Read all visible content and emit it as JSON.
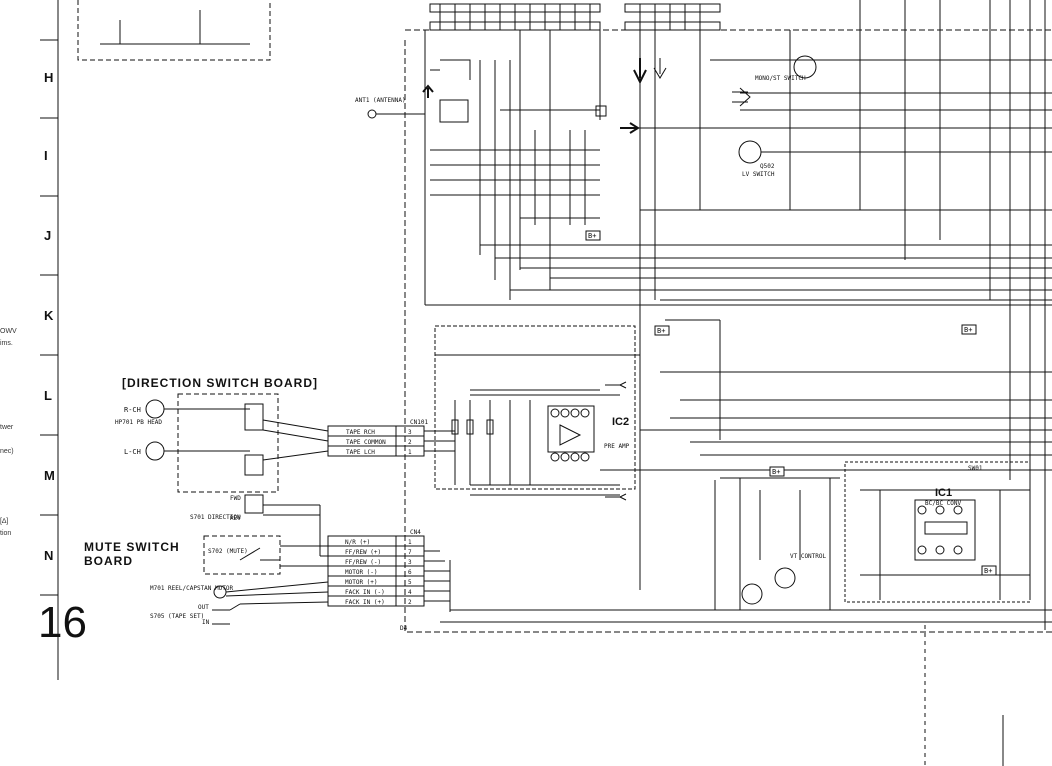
{
  "page_number": "16",
  "row_letters": [
    "H",
    "I",
    "J",
    "K",
    "L",
    "M",
    "N"
  ],
  "cut_text": [
    "OWV",
    "ims.",
    "twer",
    "nec)",
    "[∆]",
    "tion"
  ],
  "boards": {
    "direction": "[DIRECTION SWITCH BOARD]",
    "mute_line1": "MUTE SWITCH",
    "mute_line2": "BOARD"
  },
  "ics": {
    "ic2": "IC2",
    "ic2_desc": "PRE AMP",
    "ic1": "IC1",
    "ic1_desc": "BC/BC CONV"
  },
  "connector_cn101": {
    "name": "CN101",
    "pins": [
      {
        "label": "TAPE RCH",
        "num": "3"
      },
      {
        "label": "TAPE COMMON",
        "num": "2"
      },
      {
        "label": "TAPE LCH",
        "num": "1"
      }
    ]
  },
  "connector_cn4": {
    "name": "CN4",
    "pins": [
      {
        "label": "N/R (+)",
        "num": "1"
      },
      {
        "label": "FF/REW (+)",
        "num": "7"
      },
      {
        "label": "FF/REW (-)",
        "num": "3"
      },
      {
        "label": "MOTOR (-)",
        "num": "6"
      },
      {
        "label": "MOTOR (+)",
        "num": "5"
      },
      {
        "label": "FACK IN (-)",
        "num": "4"
      },
      {
        "label": "FACK IN (+)",
        "num": "2"
      }
    ]
  },
  "labels": {
    "antenna": "ANT1 (ANTENNA)",
    "mono_st": "MONO/ST SWITCH",
    "lv_switch": "LV SWITCH",
    "q_switch": "Q502",
    "vt_control": "VT CONTROL",
    "pb_head": "HP701 PB HEAD",
    "r_ch": "R-CH",
    "l_ch": "L-CH",
    "s701": "S701 DIRECTION",
    "fwd": "FWD",
    "rev": "REV",
    "mute": "S702 (MUTE)",
    "motor": "M701 REEL/CAPSTAN MOTOR",
    "tape_set": "S705 (TAPE SET)",
    "out": "OUT",
    "in": "IN",
    "b_plus": "B+",
    "sw01": "SW01",
    "d4": "D4"
  },
  "colors": {
    "ink": "#111111",
    "paper": "#ffffff"
  }
}
